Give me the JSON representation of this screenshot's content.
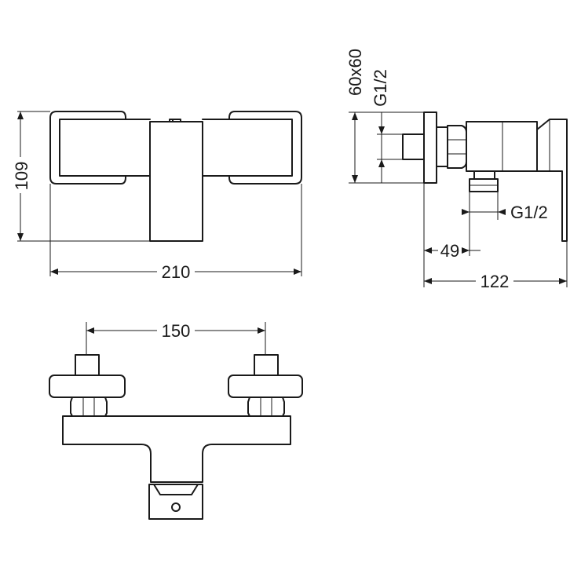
{
  "dimensions": {
    "front_height": "109",
    "front_width": "210",
    "side_flange": "60x60",
    "side_inlet_thread": "G1/2",
    "side_outlet_thread": "G1/2",
    "side_depth_inlet": "49",
    "side_depth_total": "122",
    "top_center_distance": "150"
  }
}
